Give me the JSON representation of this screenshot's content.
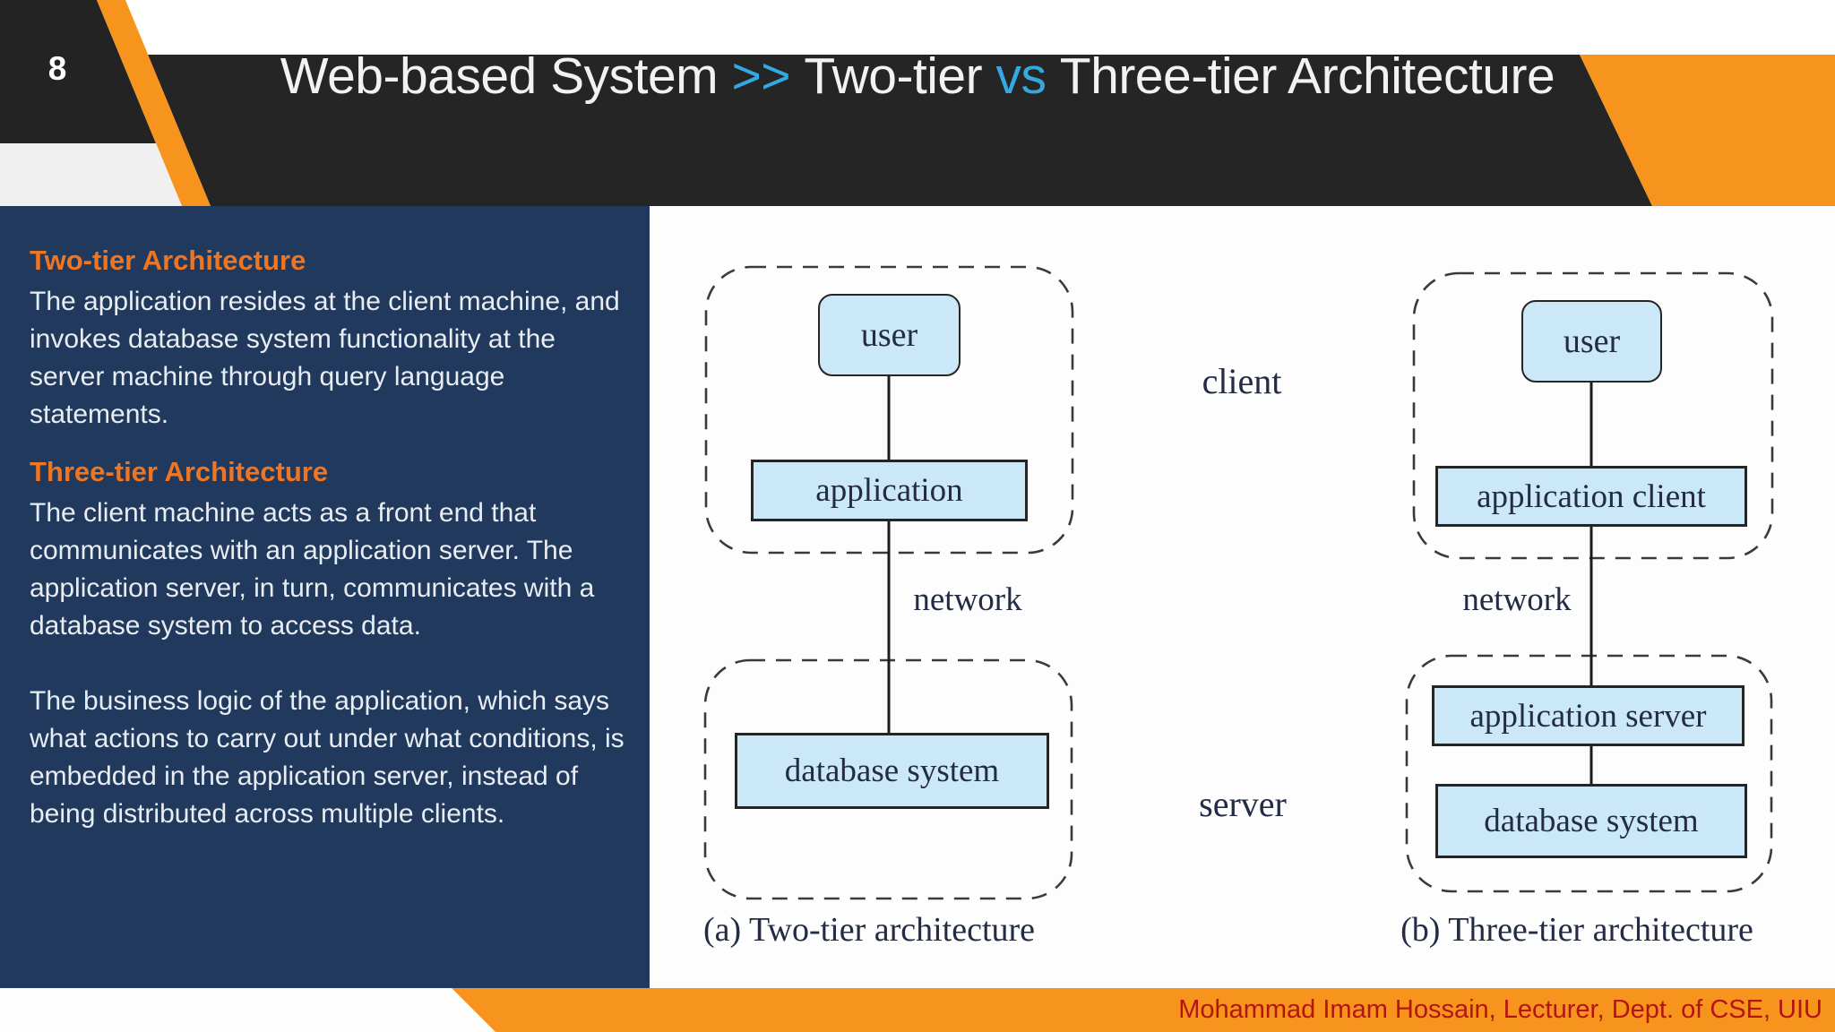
{
  "slide_number": "8",
  "header": {
    "title_prefix": "Web-based System",
    "title_sep": ">>",
    "title_mid": "Two-tier",
    "title_vs": "vs",
    "title_suffix": "Three-tier Architecture"
  },
  "sidebar": {
    "two_tier_heading": "Two-tier Architecture",
    "two_tier_body": "The application resides at the client machine, and invokes database system functionality at the server machine through query language statements.",
    "three_tier_heading": "Three-tier Architecture",
    "three_tier_body": "The client machine acts as a front end that communicates with an application server. The application server, in turn, communicates with a database system to access data.",
    "business_logic_body": "The business logic of the application, which says what actions to carry out under what conditions, is embedded in the application server, instead of being distributed across multiple clients."
  },
  "diagram": {
    "two_tier": {
      "user_label": "user",
      "application_label": "application",
      "database_label": "database system",
      "network_label": "network",
      "caption": "(a) Two-tier architecture"
    },
    "three_tier": {
      "user_label": "user",
      "application_client_label": "application client",
      "application_server_label": "application server",
      "database_label": "database system",
      "network_label": "network",
      "caption": "(b) Three-tier architecture"
    },
    "side_labels": {
      "client": "client",
      "server": "server"
    }
  },
  "footer": {
    "credit": "Mohammad Imam Hossain, Lecturer, Dept. of CSE, UIU"
  },
  "colors": {
    "accent_orange": "#f7941d",
    "heading_orange": "#ee7623",
    "accent_blue": "#35a8e0",
    "sidebar_navy": "#21395c",
    "header_dark": "#252525",
    "diagram_box_fill": "#cbe8f8",
    "footer_text_red": "#b41414"
  }
}
